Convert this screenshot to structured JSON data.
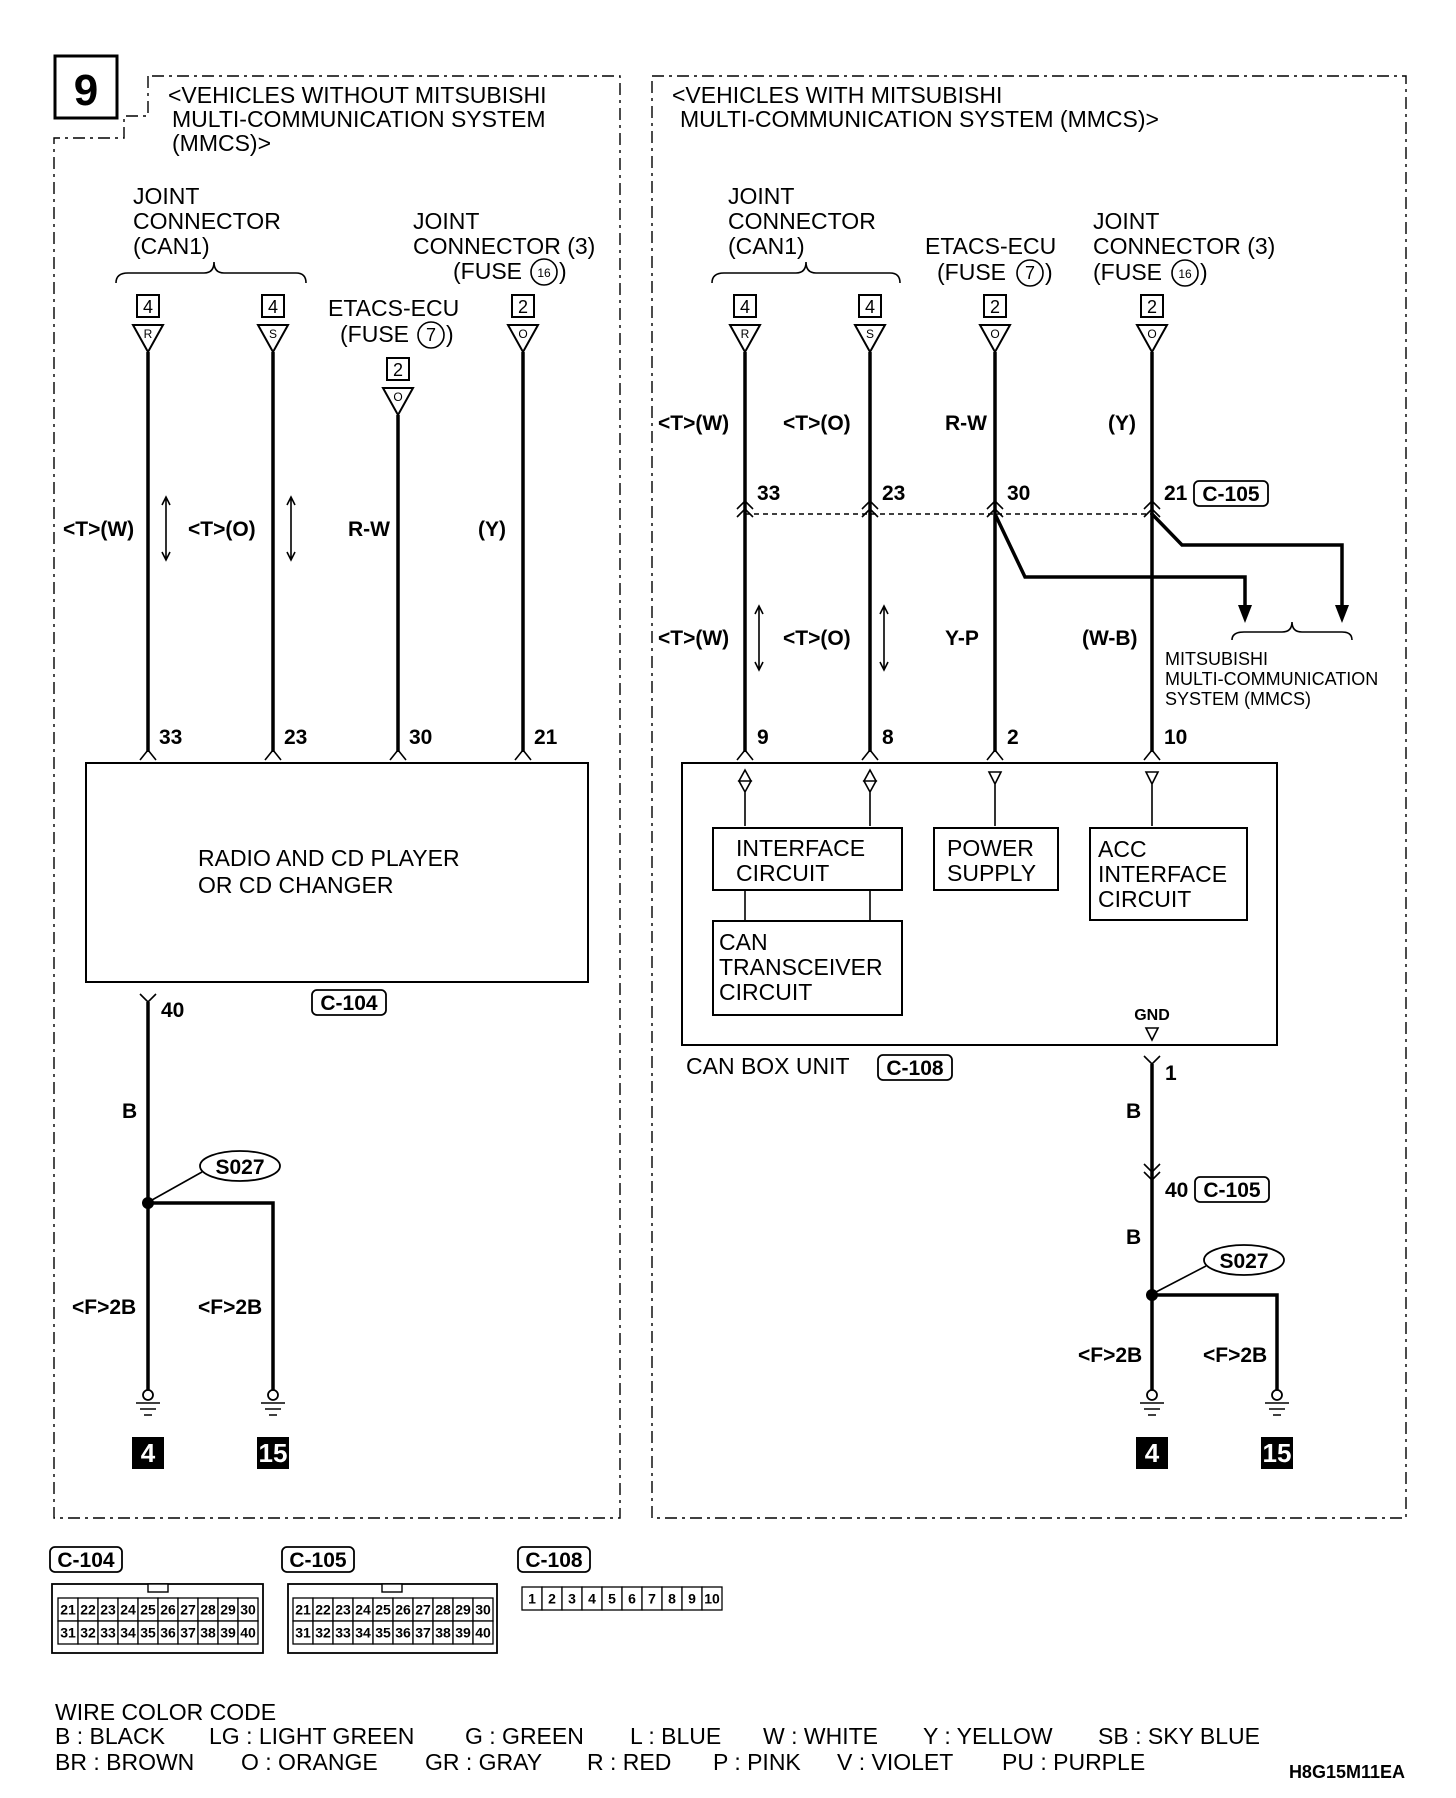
{
  "page_number": "9",
  "left_section": {
    "heading": [
      "<VEHICLES WITHOUT MITSUBISHI",
      "MULTI-COMMUNICATION SYSTEM",
      "(MMCS)>"
    ],
    "joint_can1": [
      "JOINT",
      "CONNECTOR",
      "(CAN1)"
    ],
    "joint3": [
      "JOINT",
      "CONNECTOR (3)",
      "(FUSE",
      ")"
    ],
    "etacs": [
      "ETACS-ECU",
      "(FUSE",
      ")"
    ],
    "fuse_16": "16",
    "fuse_7": "7",
    "pin_4": "4",
    "pin_2": "2",
    "letter_r": "R",
    "letter_s": "S",
    "letter_o": "O",
    "wires": [
      "<T>(W)",
      "<T>(O)",
      "R-W",
      "(Y)"
    ],
    "terminals": [
      "33",
      "23",
      "30",
      "21"
    ],
    "unit_name": [
      "RADIO AND CD PLAYER",
      "OR CD CHANGER"
    ],
    "terminal_40": "40",
    "connector": "C-104",
    "wire_b": "B",
    "splice": "S027",
    "ground_wires": [
      "<F>2B",
      "<F>2B"
    ],
    "grounds": [
      "4",
      "15"
    ]
  },
  "right_section": {
    "heading": [
      "<VEHICLES WITH MITSUBISHI",
      "MULTI-COMMUNICATION SYSTEM (MMCS)>"
    ],
    "joint_can1": [
      "JOINT",
      "CONNECTOR",
      "(CAN1)"
    ],
    "etacs": [
      "ETACS-ECU",
      "(FUSE",
      ")"
    ],
    "joint3": [
      "JOINT",
      "CONNECTOR (3)",
      "(FUSE",
      ")"
    ],
    "fuse_7": "7",
    "fuse_16": "16",
    "pin_4": "4",
    "pin_2": "2",
    "letter_r": "R",
    "letter_s": "S",
    "letter_o": "O",
    "upper_wires": [
      "<T>(W)",
      "<T>(O)",
      "R-W",
      "(Y)"
    ],
    "inline_terminals": [
      "33",
      "23",
      "30",
      "21"
    ],
    "inline_connector": "C-105",
    "lower_wires": [
      "<T>(W)",
      "<T>(O)",
      "Y-P",
      "(W-B)"
    ],
    "mmcs_label": [
      "MITSUBISHI",
      "MULTI-COMMUNICATION",
      "SYSTEM (MMCS)"
    ],
    "unit_terminals": [
      "9",
      "8",
      "2",
      "10"
    ],
    "interface_circuit": [
      "INTERFACE",
      "CIRCUIT"
    ],
    "can_transceiver": [
      "CAN",
      "TRANSCEIVER",
      "CIRCUIT"
    ],
    "power_supply": [
      "POWER",
      "SUPPLY"
    ],
    "acc_interface": [
      "ACC",
      "INTERFACE",
      "CIRCUIT"
    ],
    "gnd": "GND",
    "unit_name": "CAN BOX UNIT",
    "unit_connector": "C-108",
    "terminal_1": "1",
    "wire_b": "B",
    "terminal_40": "40",
    "connector_105": "C-105",
    "wire_b2": "B",
    "splice": "S027",
    "ground_wires": [
      "<F>2B",
      "<F>2B"
    ],
    "grounds": [
      "4",
      "15"
    ]
  },
  "connector_views": {
    "c104": {
      "label": "C-104",
      "row1": [
        "21",
        "22",
        "23",
        "24",
        "25",
        "26",
        "27",
        "28",
        "29",
        "30"
      ],
      "row2": [
        "31",
        "32",
        "33",
        "34",
        "35",
        "36",
        "37",
        "38",
        "39",
        "40"
      ]
    },
    "c105": {
      "label": "C-105",
      "row1": [
        "21",
        "22",
        "23",
        "24",
        "25",
        "26",
        "27",
        "28",
        "29",
        "30"
      ],
      "row2": [
        "31",
        "32",
        "33",
        "34",
        "35",
        "36",
        "37",
        "38",
        "39",
        "40"
      ]
    },
    "c108": {
      "label": "C-108",
      "row1": [
        "1",
        "2",
        "3",
        "4",
        "5",
        "6",
        "7",
        "8",
        "9",
        "10"
      ]
    }
  },
  "wire_color_code": {
    "title": "WIRE COLOR CODE",
    "line1": [
      "B : BLACK",
      "LG : LIGHT GREEN",
      "G : GREEN",
      "L : BLUE",
      "W : WHITE",
      "Y : YELLOW",
      "SB : SKY BLUE"
    ],
    "line2": [
      "BR : BROWN",
      "O : ORANGE",
      "GR : GRAY",
      "R : RED",
      "P : PINK",
      "V : VIOLET",
      "PU : PURPLE"
    ]
  },
  "figure_code": "H8G15M11EA"
}
